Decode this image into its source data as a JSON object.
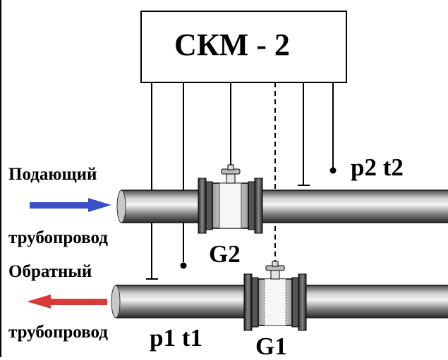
{
  "device": {
    "title": "СКМ - 2"
  },
  "supply_pipe": {
    "label_line1": "Подающий",
    "label_line2": "трубопровод",
    "flow_label": "G2",
    "sensor_label": "p2 t2",
    "arrow_color": "#3a4fc8"
  },
  "return_pipe": {
    "label_line1": "Обратный",
    "label_line2": "трубопровод",
    "flow_label": "G1",
    "sensor_label": "p1 t1",
    "arrow_color": "#d83a3a"
  }
}
